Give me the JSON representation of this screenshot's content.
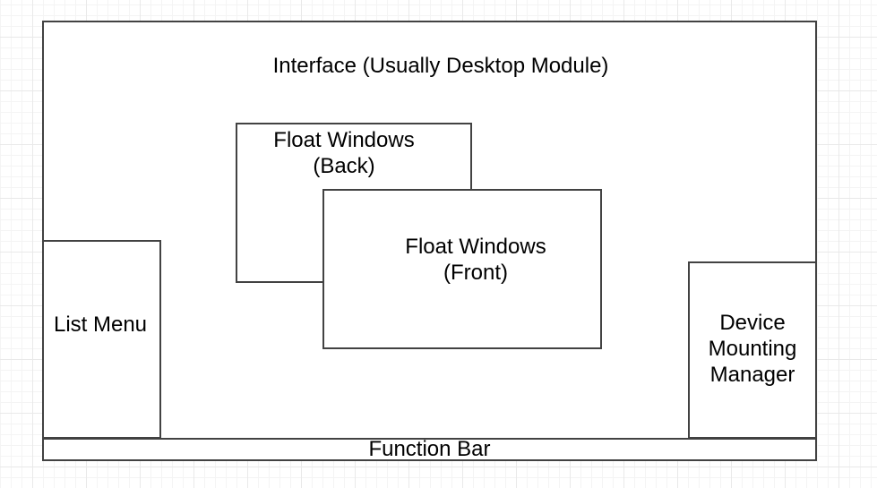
{
  "canvas": {
    "colors": {
      "background": "#ffffff",
      "grid_minor": "#f4f4f4",
      "grid_major": "#e9e9e9",
      "shape_stroke": "#424242",
      "shape_fill": "#ffffff",
      "text": "#000000"
    }
  },
  "shapes": {
    "interface": {
      "label": "Interface (Usually Desktop Module)"
    },
    "float_back": {
      "label": "Float Windows\n(Back)"
    },
    "float_front": {
      "label": "Float Windows\n(Front)"
    },
    "list_menu": {
      "label": "List Menu"
    },
    "device_manager": {
      "label": "Device\nMounting\nManager"
    },
    "function_bar": {
      "label": "Function Bar"
    }
  }
}
